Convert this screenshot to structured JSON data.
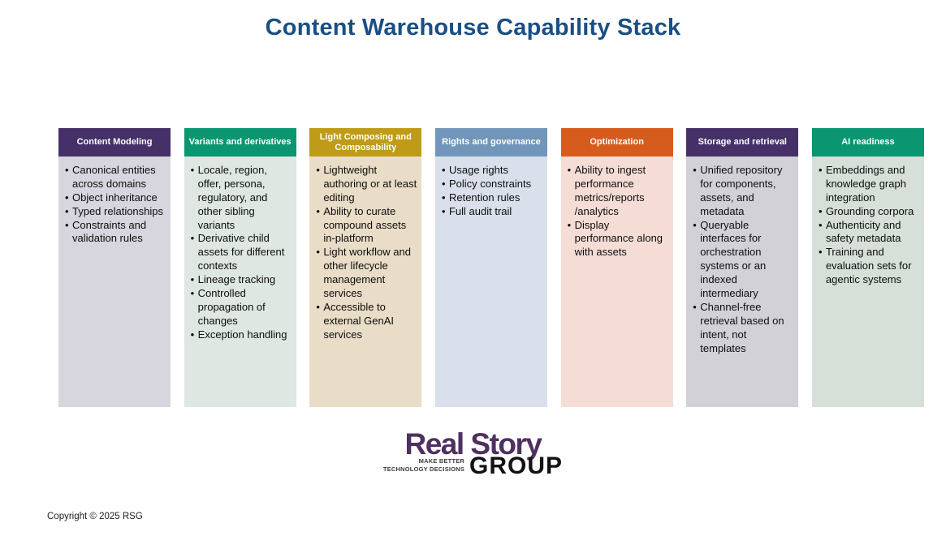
{
  "title": "Content Warehouse Capability Stack",
  "columns": [
    {
      "header": "Content Modeling",
      "header_color": "#453167",
      "body_color": "#d7d5dd",
      "items": [
        "Canonical entities across domains",
        "Object inheritance",
        "Typed relationships",
        "Constraints and validation rules"
      ]
    },
    {
      "header": "Variants and derivatives",
      "header_color": "#0a9671",
      "body_color": "#dee7e1",
      "items": [
        "Locale, region, offer, persona, regulatory, and other sibling variants",
        "Derivative child assets for different contexts",
        "Lineage tracking",
        "Controlled propagation of changes",
        "Exception handling"
      ]
    },
    {
      "header": "Light Composing and Composability",
      "header_color": "#bf9b17",
      "body_color": "#e9ddc7",
      "items": [
        "Lightweight authoring or at least editing",
        "Ability to curate compound assets in-platform",
        "Light workflow and other lifecycle management services",
        "Accessible to external GenAI services"
      ]
    },
    {
      "header": "Rights and governance",
      "header_color": "#7296ba",
      "body_color": "#d9e0eb",
      "items": [
        "Usage rights",
        "Policy constraints",
        "Retention rules",
        "Full audit trail"
      ]
    },
    {
      "header": "Optimization",
      "header_color": "#d65c1d",
      "body_color": "#f5ddd6",
      "items": [
        "Ability to ingest performance metrics/reports /analytics",
        "Display performance along with assets"
      ]
    },
    {
      "header": "Storage and retrieval",
      "header_color": "#453167",
      "body_color": "#d3d1d8",
      "items": [
        "Unified repository for components, assets, and metadata",
        "Queryable interfaces for orchestration systems or an indexed intermediary",
        "Channel-free retrieval based on intent, not templates"
      ]
    },
    {
      "header": "AI readiness",
      "header_color": "#0a9671",
      "body_color": "#d6e0d9",
      "items": [
        "Embeddings and knowledge graph integration",
        "Grounding corpora",
        "Authenticity and safety metadata",
        "Training and evaluation sets for agentic systems"
      ]
    }
  ],
  "logo": {
    "line1": "Real Story",
    "group": "GROUP",
    "tagline_line1": "MAKE BETTER",
    "tagline_line2": "TECHNOLOGY DECISIONS",
    "brand_purple": "#4f3060"
  },
  "footer": {
    "copyright": "Copyright © 2025 RSG"
  }
}
